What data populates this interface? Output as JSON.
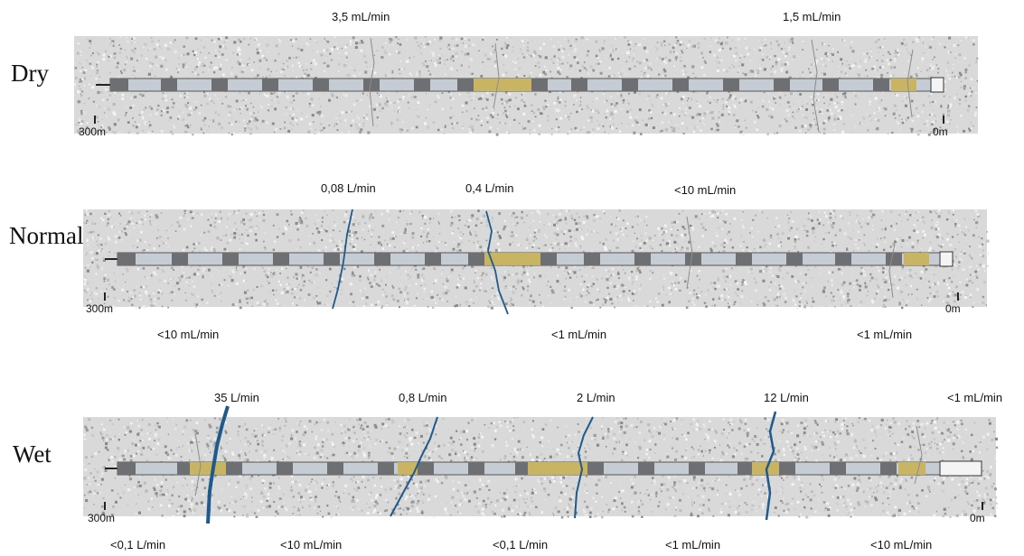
{
  "colors": {
    "rock": "#d9d9d9",
    "pipe_segment": "#c6ccd3",
    "pipe_joint": "#6d6f72",
    "packer": "#c8b463",
    "fracture": "#1e5a8c"
  },
  "rows": [
    {
      "label": "Dry",
      "depth_start": "300m",
      "depth_end": "0m",
      "flows_above": [
        "3,5 mL/min",
        "1,5 mL/min"
      ],
      "flows_below": []
    },
    {
      "label": "Normal",
      "depth_start": "300m",
      "depth_end": "0m",
      "flows_above": [
        "0,08 L/min",
        "0,4 L/min",
        "<10 mL/min"
      ],
      "flows_below": [
        "<10 mL/min",
        "<1 mL/min",
        "<1 mL/min"
      ]
    },
    {
      "label": "Wet",
      "depth_start": "300m",
      "depth_end": "0m",
      "flows_above": [
        "35 L/min",
        "0,8 L/min",
        "2 L/min",
        "12 L/min",
        "<1 mL/min"
      ],
      "flows_below": [
        "<0,1 L/min",
        "<10 mL/min",
        "<0,1 L/min",
        "<1 mL/min",
        "<10 mL/min"
      ]
    }
  ]
}
